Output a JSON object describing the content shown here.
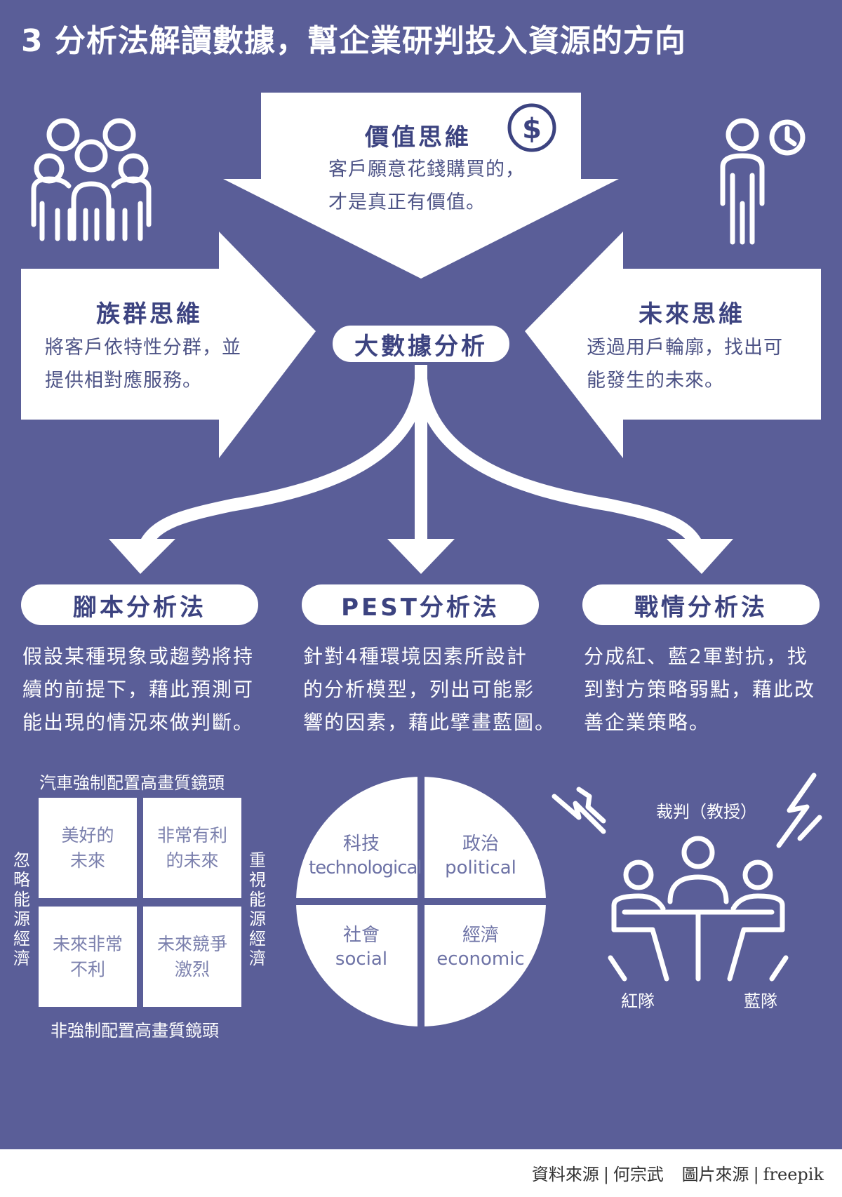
{
  "title": "3 分析法解讀數據，幫企業研判投入資源的方向",
  "value_thinking": {
    "heading": "價值思維",
    "line1": "客戶願意花錢購買的，",
    "line2": "才是真正有價值。",
    "icon": "dollar-icon"
  },
  "group_thinking": {
    "heading": "族群思維",
    "line1": "將客戶依特性分群，並",
    "line2": "提供相對應服務。",
    "icon": "people-group-icon"
  },
  "future_thinking": {
    "heading": "未來思維",
    "line1": "透過用戶輪廓，找出可",
    "line2": "能發生的未來。",
    "icon": "person-clock-icon"
  },
  "center": {
    "label": "大數據分析"
  },
  "methods": [
    {
      "name": "腳本分析法",
      "lines": [
        "假設某種現象或趨勢將持",
        "續的前提下，藉此預測可",
        "能出現的情況來做判斷。"
      ]
    },
    {
      "name": "PEST分析法",
      "lines": [
        "針對4種環境因素所設計",
        "的分析模型，列出可能影",
        "響的因素，藉此擘畫藍圖。"
      ]
    },
    {
      "name": "戰情分析法",
      "lines": [
        "分成紅、藍2軍對抗，找",
        "到對方策略弱點，藉此改",
        "善企業策略。"
      ]
    }
  ],
  "scenario_matrix": {
    "top_label": "汽車強制配置高畫質鏡頭",
    "bottom_label": "非強制配置高畫質鏡頭",
    "left_label": "忽略能源經濟",
    "right_label": "重視能源經濟",
    "cells": [
      {
        "line1": "美好的",
        "line2": "未來"
      },
      {
        "line1": "非常有利",
        "line2": "的未來"
      },
      {
        "line1": "未來非常",
        "line2": "不利"
      },
      {
        "line1": "未來競爭",
        "line2": "激烈"
      }
    ]
  },
  "pest": {
    "quadrants": [
      {
        "zh": "科技",
        "en": "technological"
      },
      {
        "zh": "政治",
        "en": "political"
      },
      {
        "zh": "社會",
        "en": "social"
      },
      {
        "zh": "經濟",
        "en": "economic"
      }
    ]
  },
  "war_game": {
    "judge_label": "裁判（教授）",
    "red_label": "紅隊",
    "blue_label": "藍隊",
    "icon": "meeting-table-icon"
  },
  "footer": {
    "source_label": "資料來源",
    "source_value": "何宗武",
    "image_label": "圖片來源",
    "image_value": "freepik"
  }
}
